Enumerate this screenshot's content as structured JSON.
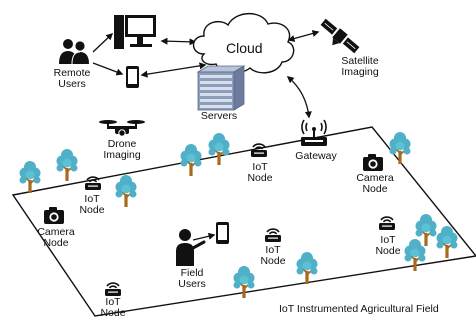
{
  "labels": {
    "remote_users": [
      "Remote",
      "Users"
    ],
    "cloud": "Cloud",
    "satellite": [
      "Satellite",
      "Imaging"
    ],
    "servers": "Servers",
    "drone": [
      "Drone",
      "Imaging"
    ],
    "gateway": "Gateway",
    "iot_node": [
      "IoT",
      "Node"
    ],
    "camera_node": [
      "Camera",
      "Node"
    ],
    "field_users": [
      "Field",
      "Users"
    ],
    "field_title": "IoT Instrumented Agricultural Field"
  },
  "colors": {
    "tree_leaf": "#4fb0c8",
    "tree_trunk": "#a66a1d",
    "line": "#111111",
    "server": "#8d9dbd"
  }
}
